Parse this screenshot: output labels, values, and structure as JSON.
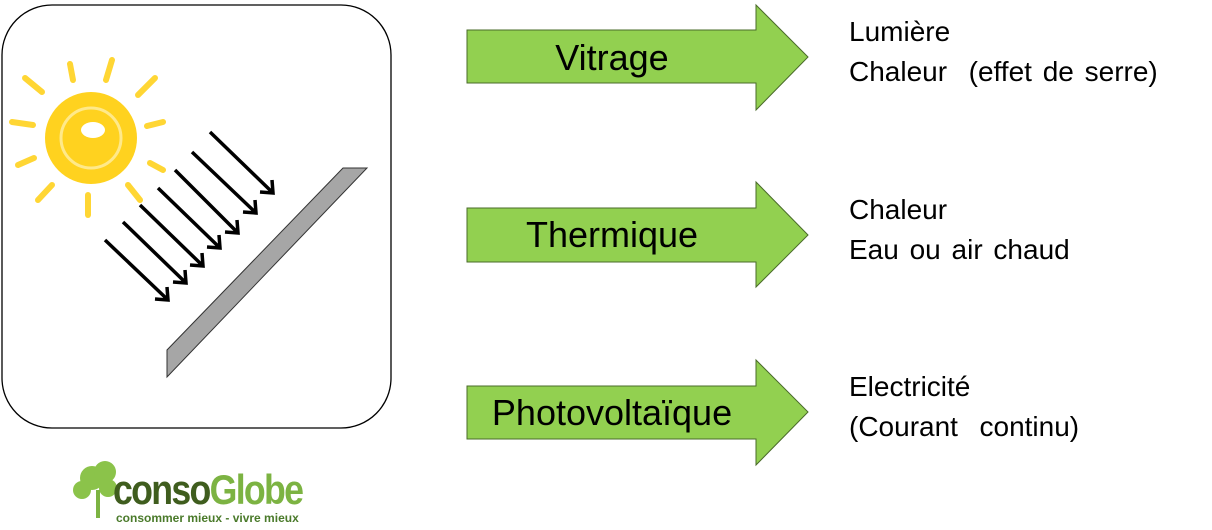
{
  "colors": {
    "arrow_fill": "#92D050",
    "sun": "#FFD21F",
    "panel": "#A6A6A6"
  },
  "flows": [
    {
      "label": "Vitrage",
      "outputs": [
        "Lumière",
        "Chaleur  (effet de serre)"
      ]
    },
    {
      "label": "Thermique",
      "outputs": [
        "Chaleur",
        "Eau ou air chaud"
      ]
    },
    {
      "label": "Photovoltaïque",
      "outputs": [
        "Electricité",
        "(Courant  continu)"
      ]
    }
  ],
  "logo": {
    "name_part1": "conso",
    "name_part2": "Globe",
    "tagline": "consommer mieux - vivre mieux"
  }
}
